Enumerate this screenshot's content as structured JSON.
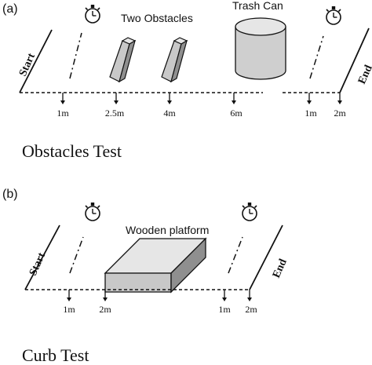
{
  "panel_a": {
    "tag": "(a)",
    "caption": "Obstacles Test",
    "start_label": "Start",
    "end_label": "End",
    "obstacles_label": "Two Obstacles",
    "trash_can_label": "Trash Can",
    "markers": [
      "1m",
      "2.5m",
      "4m",
      "6m",
      "1m",
      "2m"
    ],
    "icons": [
      "stopwatch-icon",
      "stopwatch-icon"
    ]
  },
  "panel_b": {
    "tag": "(b)",
    "caption": "Curb Test",
    "start_label": "Start",
    "end_label": "End",
    "platform_label": "Wooden platform",
    "markers": [
      "1m",
      "2m",
      "1m",
      "2m"
    ],
    "icons": [
      "stopwatch-icon",
      "stopwatch-icon"
    ]
  },
  "colors": {
    "ink": "#111111",
    "object_fill": "#c8c8c8",
    "object_side": "#8f8f8f",
    "object_top": "#e6e6e6"
  }
}
